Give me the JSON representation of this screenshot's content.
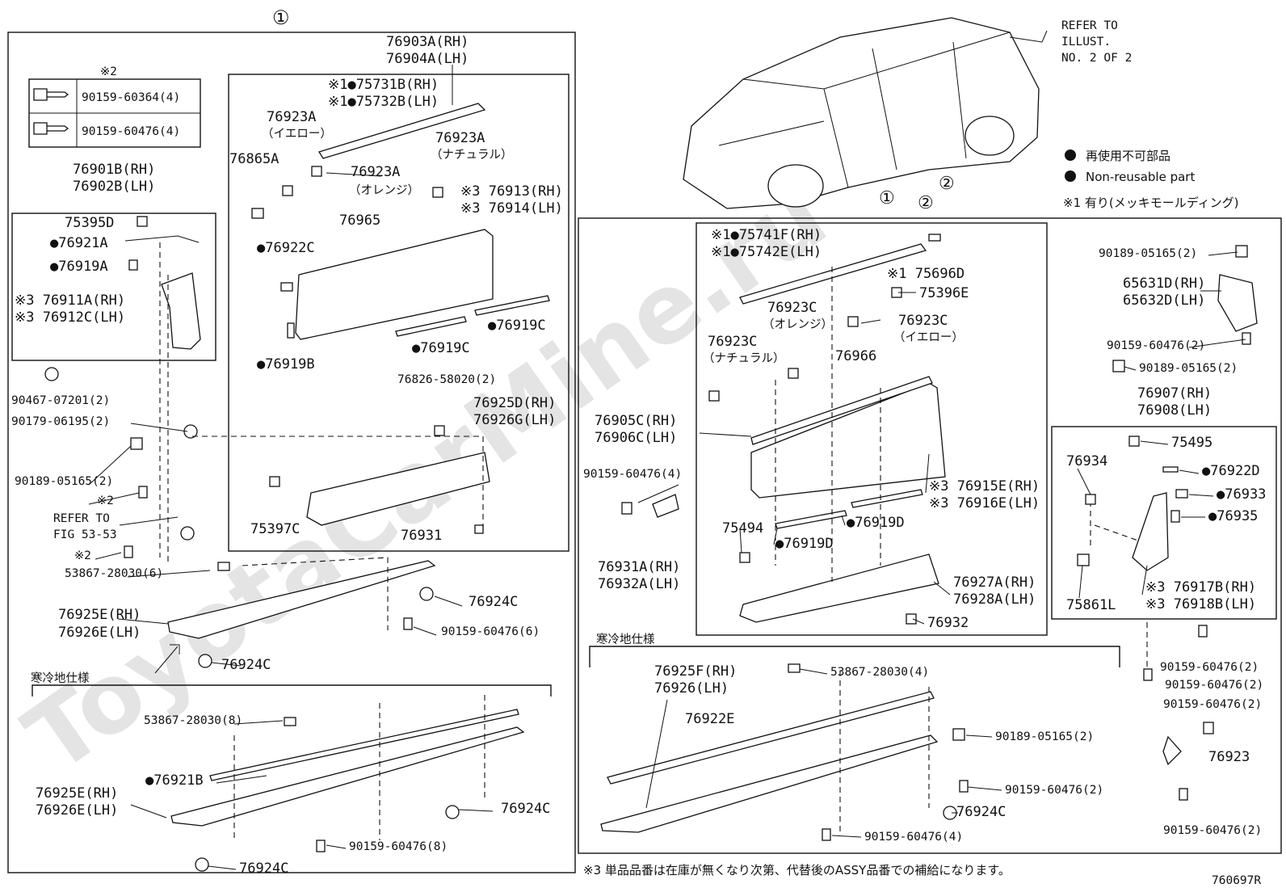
{
  "watermark": "ToyotaCarMine.ru",
  "diagram_id": "760697R",
  "section_markers": {
    "one": "①",
    "two": "②"
  },
  "refer_illust": [
    "REFER TO",
    "ILLUST.",
    "NO. 2 OF 2"
  ],
  "legend": {
    "jp": "再使用不可部品",
    "en": "Non-reusable part",
    "note1": "※1 有り(メッキモールディング)"
  },
  "footnote": "※3 単品品番は在庫が無くなり次第、代替後のASSY品番での補給になります。",
  "cold_spec": "寒冷地仕様",
  "section1": {
    "table_mark": "※2",
    "table": [
      "90159-60364(4)",
      "90159-60476(4)"
    ],
    "labels": {
      "p76903": "76903A(RH)",
      "p76904": "76904A(LH)",
      "p75731": "※1●75731B(RH)",
      "p75732": "※1●75732B(LH)",
      "p76923a1": "76923A",
      "yellow": "（イエロー）",
      "p76923a2": "76923A",
      "natural": "（ナチュラル）",
      "p76923a3": "76923A",
      "orange": "（オレンジ）",
      "p76865": "76865A",
      "p76913": "※3 76913(RH)",
      "p76914": "※3 76914(LH)",
      "p76965": "76965",
      "p76922c": "●76922C",
      "p76919c1": "●76919C",
      "p76919c2": "●76919C",
      "p76919b": "●76919B",
      "p76901": "76901B(RH)",
      "p76902": "76902B(LH)",
      "p75395": "75395D",
      "p76921a": "●76921A",
      "p76919a": "●76919A",
      "p76911": "※3 76911A(RH)",
      "p76912": "※3 76912C(LH)",
      "p90467": "90467-07201(2)",
      "p90179": "90179-06195(2)",
      "p90189": "90189-05165(2)",
      "mark2a": "※2",
      "refer53": "REFER TO",
      "fig53": "FIG 53-53",
      "mark2b": "※2",
      "p76826": "76826-58020(2)",
      "p76925d": "76925D(RH)",
      "p76926g": "76926G(LH)",
      "p75397": "75397C",
      "p76931": "76931",
      "p53867a": "53867-28030(6)",
      "p76924c1": "76924C",
      "p76925e1": "76925E(RH)",
      "p76926e1": "76926E(LH)",
      "p90159a": "90159-60476(6)",
      "p76924c2": "76924C",
      "p53867b": "53867-28030(8)",
      "p76921b": "●76921B",
      "p76925e2": "76925E(RH)",
      "p76926e2": "76926E(LH)",
      "p76924c3": "76924C",
      "p90159b": "90159-60476(8)",
      "p76924c4": "76924C"
    }
  },
  "section2": {
    "labels": {
      "p75741": "※1●75741F(RH)",
      "p75742": "※1●75742E(LH)",
      "p75696": "※1 75696D",
      "p75396": "75396E",
      "p76923c1": "76923C",
      "orange": "（オレンジ）",
      "p76923c2": "76923C",
      "yellow": "（イエロー）",
      "p76923c3": "76923C",
      "natural": "（ナチュラル）",
      "p76966": "76966",
      "p76905": "76905C(RH)",
      "p76906": "76906C(LH)",
      "p90159c": "90159-60476(4)",
      "p76915": "※3 76915E(RH)",
      "p76916": "※3 76916E(LH)",
      "p75494": "75494",
      "p76919d1": "●76919D",
      "p76919d2": "●76919D",
      "p76931a": "76931A(RH)",
      "p76932a": "76932A(LH)",
      "p76927": "76927A(RH)",
      "p76928": "76928A(LH)",
      "p76932": "76932",
      "p76925f": "76925F(RH)",
      "p76926": "76926(LH)",
      "p53867c": "53867-28030(4)",
      "p76922e": "76922E",
      "p90189b": "90189-05165(2)",
      "p90159d": "90159-60476(2)",
      "p76924c5": "76924C",
      "p90159e": "90159-60476(4)"
    }
  },
  "right": {
    "labels": {
      "p90189c": "90189-05165(2)",
      "p65631": "65631D(RH)",
      "p65632": "65632D(LH)",
      "p90159f": "90159-60476(2)",
      "p90189d": "90189-05165(2)",
      "p76907": "76907(RH)",
      "p76908": "76908(LH)",
      "p75495": "75495",
      "p76934": "76934",
      "p76922d": "●76922D",
      "p76933": "●76933",
      "p76935": "●76935",
      "p75861": "75861L",
      "p76917": "※3 76917B(RH)",
      "p76918": "※3 76918B(LH)",
      "p90159g": "90159-60476(2)",
      "p90159h": "90159-60476(2)",
      "p90159i": "90159-60476(2)",
      "p76923": "76923",
      "p90159j": "90159-60476(2)"
    }
  }
}
